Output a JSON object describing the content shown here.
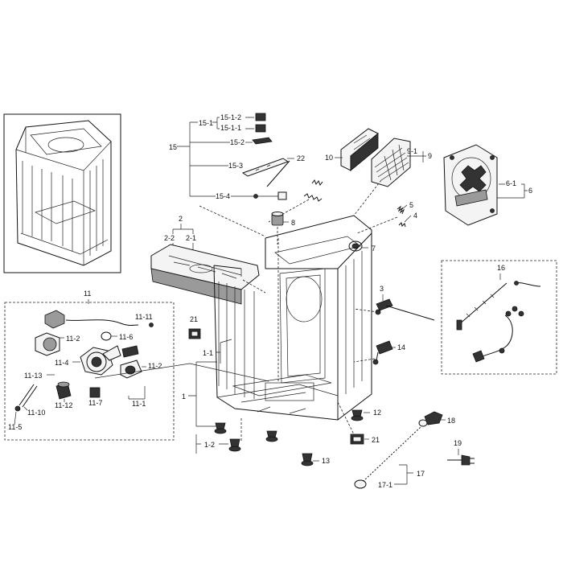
{
  "diagram": {
    "labels": {
      "l15_1_2": "15-1-2",
      "l15_1": "15-1",
      "l15_1_1": "15-1-1",
      "l15": "15",
      "l15_2": "15-2",
      "l15_3": "15-3",
      "l22": "22",
      "l15_4": "15-4",
      "l10": "10",
      "l9_1": "9-1",
      "l9": "9",
      "l6_1": "6-1",
      "l6": "6",
      "l2": "2",
      "l2_2": "2-2",
      "l2_1": "2-1",
      "l8": "8",
      "l5": "5",
      "l4": "4",
      "l7": "7",
      "l16": "16",
      "l3": "3",
      "l11": "11",
      "l11_11": "11-11",
      "l11_2a": "11-2",
      "l11_6": "11-6",
      "l11_4": "11-4",
      "l11_2b": "11-2",
      "l11_13": "11-13",
      "l11_12": "11-12",
      "l11_7": "11-7",
      "l11_1": "11-1",
      "l11_10": "11-10",
      "l11_5": "11-5",
      "l21a": "21",
      "l1_1": "1-1",
      "l1": "1",
      "l1_2": "1-2",
      "l14": "14",
      "l12": "12",
      "l21b": "21",
      "l13": "13",
      "l18": "18",
      "l19": "19",
      "l17": "17",
      "l17_1": "17-1"
    }
  }
}
